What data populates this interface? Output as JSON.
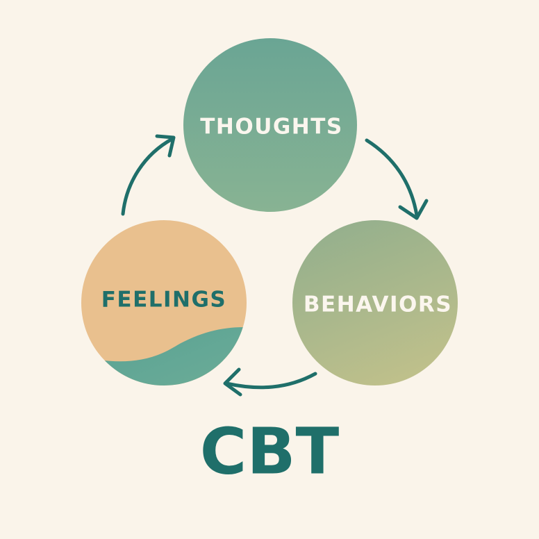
{
  "diagram": {
    "nodes": {
      "thoughts": {
        "label": "THOUGHTS"
      },
      "behaviors": {
        "label": "BEHAVIORS"
      },
      "feelings": {
        "label": "FEELINGS"
      }
    },
    "title": "CBT"
  },
  "colors": {
    "background": "#faf4ea",
    "accent": "#1f6f6a",
    "thoughts_fill_top": "#6aa594",
    "thoughts_fill_bottom": "#88b393",
    "behaviors_fill_top": "#96b18e",
    "behaviors_fill_bottom": "#bcbf8b",
    "feelings_fill": "#e9c08e",
    "feelings_wave": "#5ea594",
    "label_light": "#fbf6ee",
    "label_dark": "#1f6f6a"
  }
}
